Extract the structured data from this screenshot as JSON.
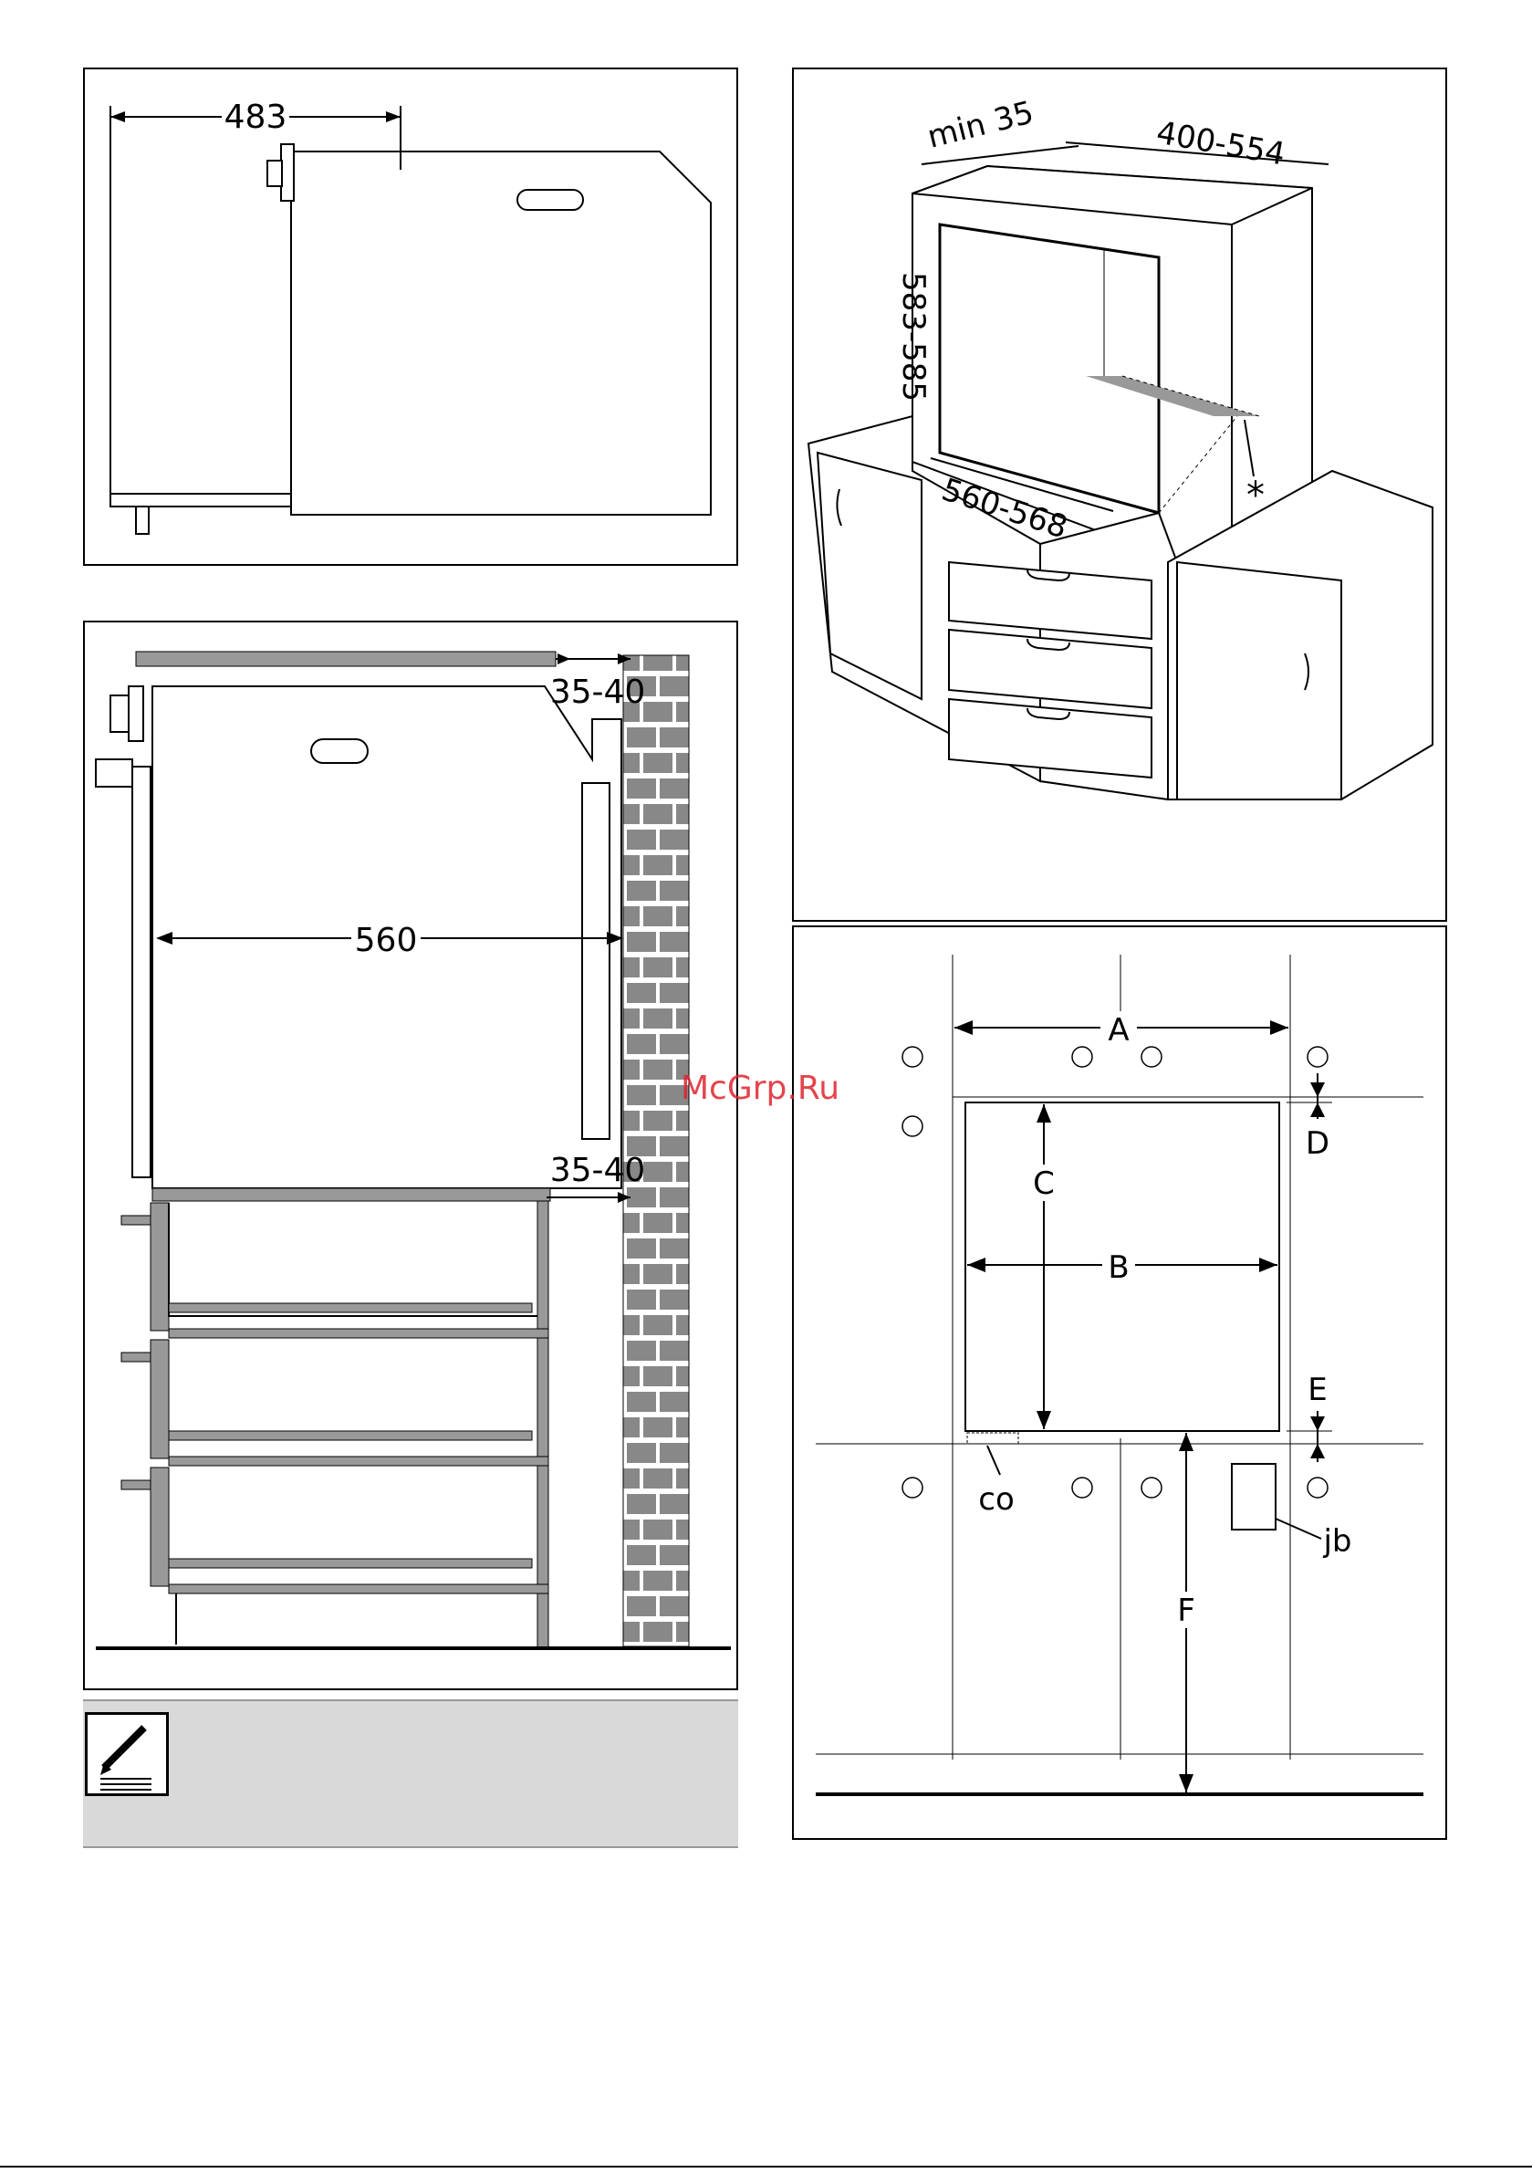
{
  "panel_side_depth": {
    "dim_depth": "483"
  },
  "panel_section": {
    "dim_gap_top": "35-40",
    "dim_width": "560",
    "dim_gap_mid": "35-40"
  },
  "panel_niche_3d": {
    "dim_min": "min 35",
    "dim_depth_range": "400-554",
    "dim_height_range": "583-585",
    "dim_width_range": "560-568",
    "marker": "*"
  },
  "panel_wall_layout": {
    "label_a": "A",
    "label_b": "B",
    "label_c": "C",
    "label_d": "D",
    "label_e": "E",
    "label_f": "F",
    "label_co": "co",
    "label_jb": "jb"
  },
  "watermark": "McGrp.Ru",
  "icons": {
    "note": "pencil-note-icon"
  }
}
